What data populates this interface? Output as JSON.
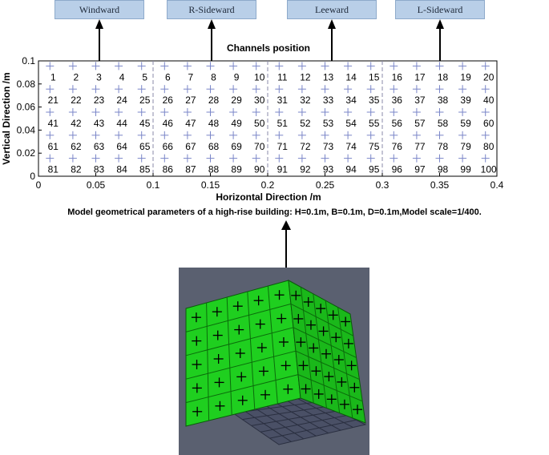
{
  "faces": [
    {
      "label": "Windward"
    },
    {
      "label": "R-Sideward"
    },
    {
      "label": "Leeward"
    },
    {
      "label": "L-Sideward"
    }
  ],
  "chart_data": {
    "type": "scatter",
    "title": "Channels position",
    "xlabel": "Horizontal Direction  /m",
    "ylabel": "Vertical Direction  /m",
    "xlim": [
      0,
      0.4
    ],
    "ylim": [
      0,
      0.1
    ],
    "xticks": [
      "0",
      "0.05",
      "0.1",
      "0.15",
      "0.2",
      "0.25",
      "0.3",
      "0.35",
      "0.4"
    ],
    "yticks": [
      "0",
      "0.02",
      "0.04",
      "0.06",
      "0.08",
      "0.1"
    ],
    "x": [
      0.01,
      0.03,
      0.05,
      0.07,
      0.09,
      0.11,
      0.13,
      0.15,
      0.17,
      0.19,
      0.21,
      0.23,
      0.25,
      0.27,
      0.29,
      0.31,
      0.33,
      0.35,
      0.37,
      0.39
    ],
    "y": [
      0.09,
      0.07,
      0.05,
      0.03,
      0.01
    ],
    "face_boundaries": [
      0.1,
      0.2,
      0.3
    ],
    "marker": "+",
    "marker_color": "#7a86c8",
    "boundary_color": "#8a8aa8"
  },
  "caption": "Model geometrical parameters of a high-rise building: H=0.1m, B=0.1m, D=0.1m,Model scale=1/400.",
  "model": {
    "face_color": "#1fcf1f",
    "background_color": "#5a6070",
    "rows": 5,
    "cols": 5
  }
}
